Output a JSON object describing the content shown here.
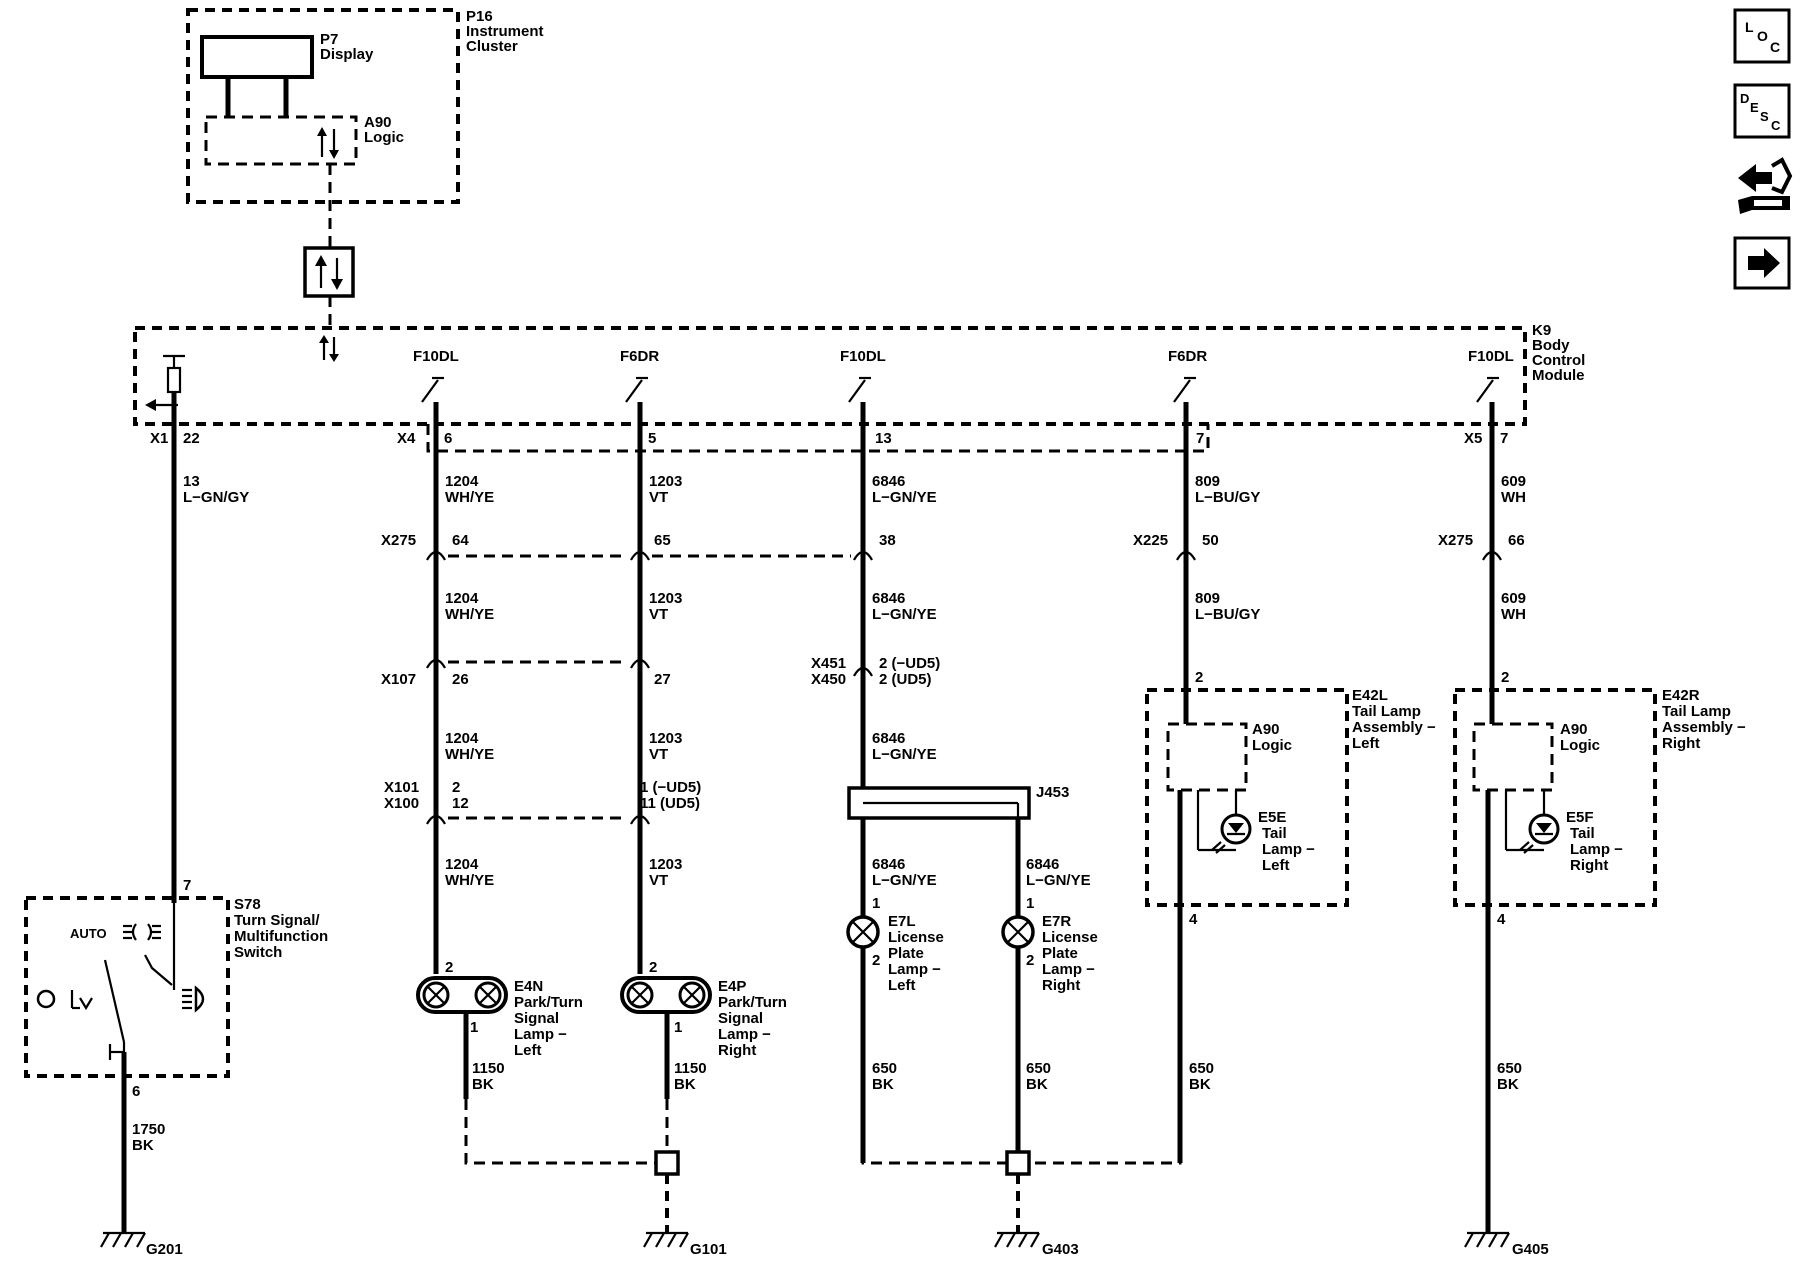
{
  "nav": {
    "loc": {
      "l1": "L",
      "l2": "O",
      "l3": "C"
    },
    "desc": {
      "l1": "D",
      "l2": "E",
      "l3": "S",
      "l4": "C"
    }
  },
  "modules": {
    "p16": {
      "code": "P16",
      "line1": "Instrument",
      "line2": "Cluster"
    },
    "p7": {
      "code": "P7",
      "line1": "Display"
    },
    "a90": {
      "code": "A90",
      "line1": "Logic"
    },
    "k9": {
      "code": "K9",
      "line1": "Body",
      "line2": "Control",
      "line3": "Module"
    }
  },
  "fuses": {
    "f1": "F10DL",
    "f2": "F6DR",
    "f3": "F10DL",
    "f4": "F6DR",
    "f5": "F10DL"
  },
  "connectors": {
    "x1": "X1",
    "x1pin": "22",
    "x4": "X4",
    "x4p1": "6",
    "x4p2": "5",
    "x4p3": "13",
    "x4p4": "7",
    "x5": "X5",
    "x5pin": "7",
    "x275a": "X275",
    "x275p1": "64",
    "x275p2": "65",
    "x275p3": "38",
    "x225": "X225",
    "x225pin": "50",
    "x275b": "X275",
    "x275bpin": "66",
    "x107": "X107",
    "x107p1": "26",
    "x107p2": "27",
    "x451": "X451",
    "x450": "X450",
    "x451pin": "2 (−UD5)",
    "x450pin": "2 (UD5)",
    "x101": "X101",
    "x100": "X100",
    "x101p1": "2",
    "x100p1": "12",
    "x101p2": "1 (−UD5)",
    "x100p2": "11 (UD5)",
    "j453": "J453"
  },
  "wires": {
    "w13n": "13",
    "w13c": "L−GN/GY",
    "w1204n": "1204",
    "w1204c": "WH/YE",
    "w1203n": "1203",
    "w1203c": "VT",
    "w6846n": "6846",
    "w6846c": "L−GN/YE",
    "w809n": "809",
    "w809c": "L−BU/GY",
    "w609n": "609",
    "w609c": "WH",
    "w1750n": "1750",
    "w1750c": "BK",
    "w1150n": "1150",
    "w1150c": "BK",
    "w650n": "650",
    "w650c": "BK"
  },
  "switch": {
    "code": "S78",
    "line1": "Turn Signal/",
    "line2": "Multifunction",
    "line3": "Switch",
    "auto": "AUTO",
    "pin_top": "7",
    "pin_bottom": "6"
  },
  "lamps": {
    "e4n": {
      "code": "E4N",
      "l1": "Park/Turn",
      "l2": "Signal",
      "l3": "Lamp −",
      "l4": "Left"
    },
    "e4p": {
      "code": "E4P",
      "l1": "Park/Turn",
      "l2": "Signal",
      "l3": "Lamp −",
      "l4": "Right"
    },
    "e7l": {
      "code": "E7L",
      "l1": "License",
      "l2": "Plate",
      "l3": "Lamp −",
      "l4": "Left"
    },
    "e7r": {
      "code": "E7R",
      "l1": "License",
      "l2": "Plate",
      "l3": "Lamp −",
      "l4": "Right"
    },
    "e42l": {
      "code": "E42L",
      "l1": "Tail Lamp",
      "l2": "Assembly −",
      "l3": "Left"
    },
    "e42r": {
      "code": "E42R",
      "l1": "Tail Lamp",
      "l2": "Assembly −",
      "l3": "Right"
    },
    "e5e": {
      "code": "E5E",
      "l1": "Tail",
      "l2": "Lamp −",
      "l3": "Left"
    },
    "e5f": {
      "code": "E5F",
      "l1": "Tail",
      "l2": "Lamp −",
      "l3": "Right"
    }
  },
  "pins": {
    "p1": "1",
    "p2": "2",
    "p4": "4"
  },
  "grounds": {
    "g201": "G201",
    "g101": "G101",
    "g403": "G403",
    "g405": "G405"
  }
}
